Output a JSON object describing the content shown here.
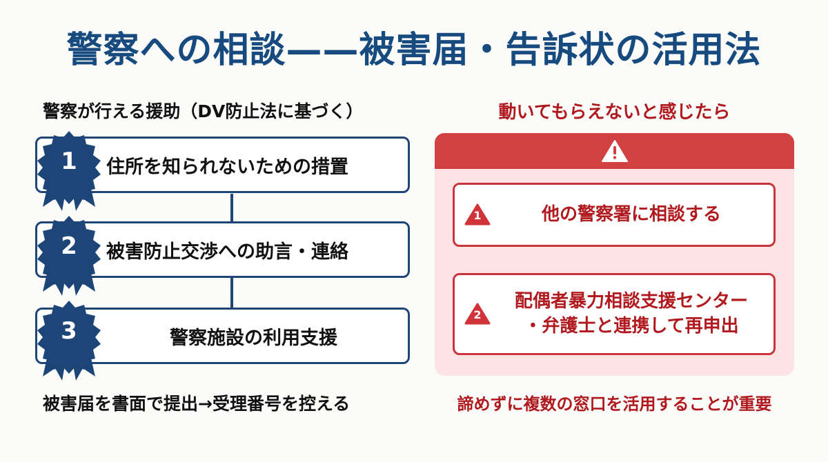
{
  "title": "警察への相談——被害届・告訴状の活用法",
  "left": {
    "heading": "警察が行える援助（DV防止法に基づく）",
    "steps": [
      {
        "number": "1",
        "label": "住所を知られないための措置"
      },
      {
        "number": "2",
        "label": "被害防止交渉への助言・連絡"
      },
      {
        "number": "3",
        "label": "警察施設の利用支援"
      }
    ],
    "footer": "被害届を書面で提出→受理番号を控える"
  },
  "right": {
    "heading": "動いてもらえないと感じたら",
    "header_icon": "warning-triangle-icon",
    "alternatives": [
      {
        "number": "1",
        "lines": [
          "他の警察署に相談する"
        ]
      },
      {
        "number": "2",
        "lines": [
          "配偶者暴力相談支援センター",
          "・弁護士と連携して再申出"
        ]
      }
    ],
    "footer": "諦めずに複数の窓口を活用することが重要"
  },
  "colors": {
    "navy": "#174a7e",
    "step_border": "#1d4577",
    "red_dark": "#b01a1f",
    "red_header": "#d24141",
    "panel_bg": "#fde3e3"
  }
}
